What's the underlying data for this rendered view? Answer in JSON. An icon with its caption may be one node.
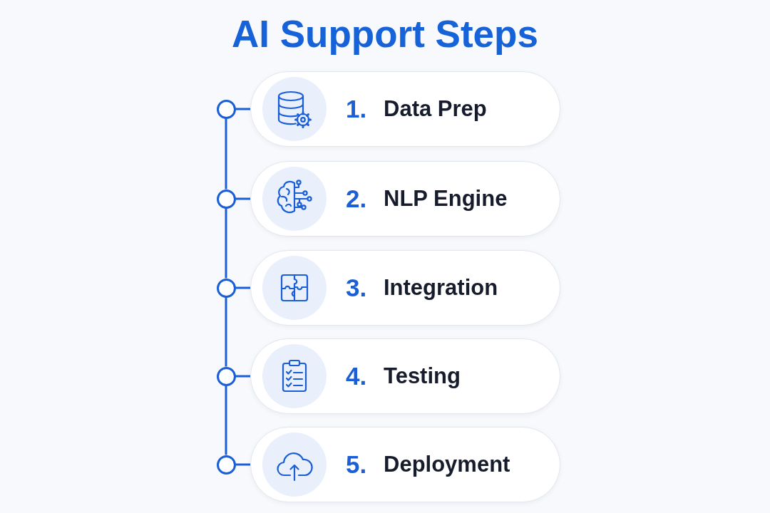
{
  "diagram": {
    "title": "AI Support Steps",
    "nodes": [
      {
        "text": [],
        "shape": "circle"
      },
      {
        "text": [
          "1.",
          "Data Prep"
        ]
      },
      {
        "text": [],
        "shape": "circle"
      },
      {
        "text": [
          "2.",
          "NLP Engine"
        ]
      },
      {
        "text": [],
        "shape": "circle"
      },
      {
        "text": [
          "3.",
          "Integration"
        ]
      },
      {
        "text": [],
        "shape": "circle"
      },
      {
        "text": [
          "4.",
          "Testing"
        ]
      },
      {
        "text": [],
        "shape": "circle"
      },
      {
        "text": [
          "5.",
          "Deployment"
        ]
      }
    ],
    "edges": [
      {
        "from": 0,
        "to": 1,
        "arrow": "none"
      },
      {
        "from": 0,
        "to": 2,
        "arrow": "none"
      },
      {
        "from": 2,
        "to": 3,
        "arrow": "none"
      },
      {
        "from": 2,
        "to": 4,
        "arrow": "none"
      },
      {
        "from": 4,
        "to": 5,
        "arrow": "none"
      },
      {
        "from": 4,
        "to": 6,
        "arrow": "none"
      },
      {
        "from": 6,
        "to": 7,
        "arrow": "none"
      },
      {
        "from": 6,
        "to": 8,
        "arrow": "none"
      },
      {
        "from": 8,
        "to": 9,
        "arrow": "none"
      }
    ]
  }
}
